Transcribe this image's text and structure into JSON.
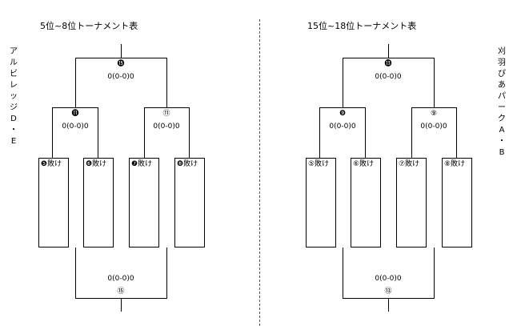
{
  "left": {
    "title": "5位~8位トーナメント表",
    "side_label": [
      "ア",
      "ル",
      "ビ",
      "レ",
      "ッ",
      "ジ",
      "D",
      "・",
      "E"
    ],
    "final_top": {
      "mark": "⓯",
      "score": "0(0-0)0"
    },
    "semi_left": {
      "mark": "⓫",
      "score": "0(0-0)0"
    },
    "semi_right": {
      "mark": "⑪",
      "score": "0(0-0)0"
    },
    "slots": [
      "❺敗け",
      "❻敗け",
      "❼敗け",
      "❽敗け"
    ],
    "final_bottom": {
      "mark": "⑮",
      "score": "0(0-0)0"
    }
  },
  "right": {
    "title": "15位~18位トーナメント表",
    "side_label": [
      "刈",
      "羽",
      "ぴ",
      "あ",
      "パ",
      "ー",
      "ク",
      "A",
      "・",
      "B"
    ],
    "final_top": {
      "mark": "⓭",
      "score": "0(0-0)0"
    },
    "semi_left": {
      "mark": "❾",
      "score": "0(0-0)0"
    },
    "semi_right": {
      "mark": "⑨",
      "score": "0(0-0)0"
    },
    "slots": [
      "⑤敗け",
      "⑥敗け",
      "⑦敗け",
      "⑧敗け"
    ],
    "final_bottom": {
      "mark": "⑬",
      "score": "0(0-0)0"
    }
  }
}
